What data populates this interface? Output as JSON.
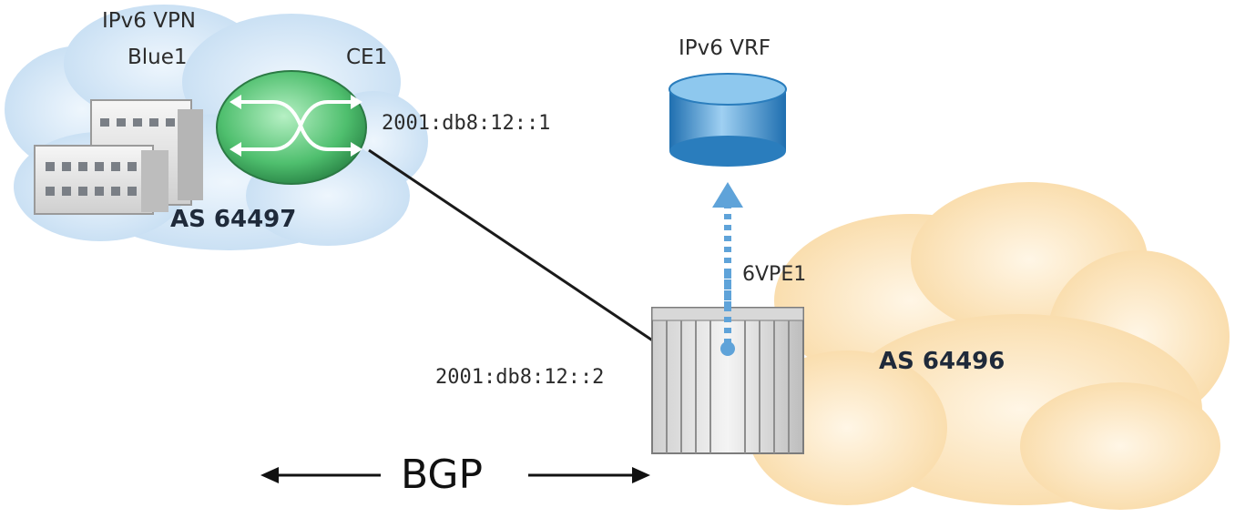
{
  "labels": {
    "ipv6_vpn": "IPv6 VPN",
    "site": "Blue1",
    "ce": "CE1",
    "ce_addr": "2001:db8:12::1",
    "customer_as": "AS 64497",
    "vrf": "IPv6 VRF",
    "pe": "6VPE1",
    "pe_addr": "2001:db8:12::2",
    "provider_as": "AS 64496",
    "protocol": "BGP"
  },
  "colors": {
    "cloud_blue": "#c3dcf2",
    "cloud_orange": "#fce3b6",
    "router_green": "#4fbf6e",
    "vrf_blue": "#2f86c9",
    "link": "#1a1a1a",
    "dotted_arrow": "#5fa3d9"
  }
}
